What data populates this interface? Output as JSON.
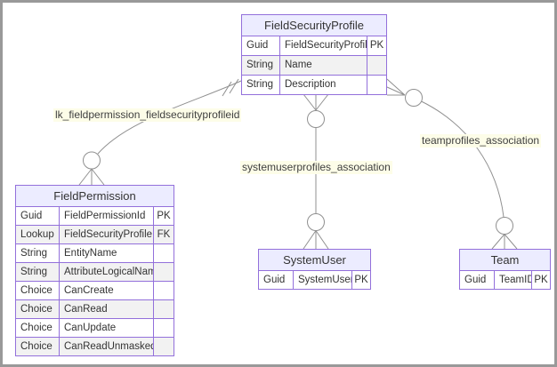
{
  "colors": {
    "entity_border": "#9370DB",
    "entity_header_bg": "#ECECFF",
    "row_alt_bg": "#f2f2f2",
    "relationship_line": "#909090",
    "relationship_label_bg": "#fdfde8",
    "frame_border": "#999999"
  },
  "diagram": {
    "entities": {
      "field_security_profile": {
        "title": "FieldSecurityProfile",
        "rows": [
          {
            "type": "Guid",
            "name": "FieldSecurityProfileId",
            "key": "PK"
          },
          {
            "type": "String",
            "name": "Name",
            "key": ""
          },
          {
            "type": "String",
            "name": "Description",
            "key": ""
          }
        ]
      },
      "field_permission": {
        "title": "FieldPermission",
        "rows": [
          {
            "type": "Guid",
            "name": "FieldPermissionId",
            "key": "PK"
          },
          {
            "type": "Lookup",
            "name": "FieldSecurityProfileId",
            "key": "FK"
          },
          {
            "type": "String",
            "name": "EntityName",
            "key": ""
          },
          {
            "type": "String",
            "name": "AttributeLogicalName",
            "key": ""
          },
          {
            "type": "Choice",
            "name": "CanCreate",
            "key": ""
          },
          {
            "type": "Choice",
            "name": "CanRead",
            "key": ""
          },
          {
            "type": "Choice",
            "name": "CanUpdate",
            "key": ""
          },
          {
            "type": "Choice",
            "name": "CanReadUnmasked",
            "key": ""
          }
        ]
      },
      "system_user": {
        "title": "SystemUser",
        "rows": [
          {
            "type": "Guid",
            "name": "SystemUserId",
            "key": "PK"
          }
        ]
      },
      "team": {
        "title": "Team",
        "rows": [
          {
            "type": "Guid",
            "name": "TeamID",
            "key": "PK"
          }
        ]
      }
    },
    "relationships": [
      {
        "label": "lk_fieldpermission_fieldsecurityprofileid",
        "from": "FieldSecurityProfile",
        "to": "FieldPermission",
        "cardinality": "exactly-one to zero-or-many"
      },
      {
        "label": "systemuserprofiles_association",
        "from": "FieldSecurityProfile",
        "to": "SystemUser",
        "cardinality": "zero-or-many to zero-or-many"
      },
      {
        "label": "teamprofiles_association",
        "from": "FieldSecurityProfile",
        "to": "Team",
        "cardinality": "zero-or-many to zero-or-many"
      }
    ]
  }
}
